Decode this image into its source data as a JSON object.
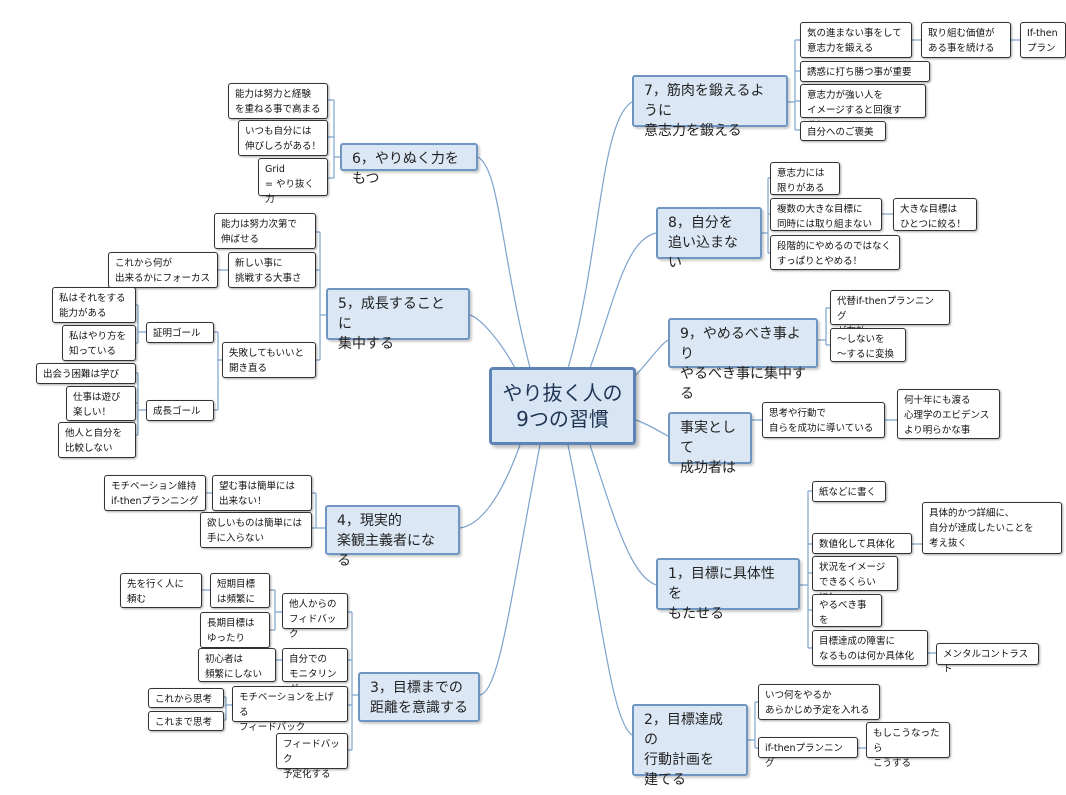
{
  "center": "やり抜く人の\n9つの習慣",
  "branches": {
    "b7": "7，筋肉を鍛えるように\n意志力を鍛える",
    "b8": "8，自分を\n追い込まない",
    "b9": "9，やめるべき事より\nやるべき事に集中する",
    "bj": "事実として\n成功者は",
    "b1": "1，目標に具体性を\nもたせる",
    "b2": "2，目標達成の\n行動計画を\n建てる",
    "b6": "6，やりぬく力をもつ",
    "b5": "5，成長することに\n集中する",
    "b4": "4，現実的\n楽観主義者になる",
    "b3": "3，目標までの\n距離を意識する"
  },
  "leaves": {
    "b7a": "気の進まない事をして\n意志力を鍛える",
    "b7a1": "取り組む価値が\nある事を続ける",
    "b7a2": "If-then\nプランニング",
    "b7b": "誘惑に打ち勝つ事が重要",
    "b7c": "意志力が強い人を\nイメージすると回復する！",
    "b7d": "自分へのご褒美",
    "b8a": "意志力には\n限りがある",
    "b8b": "複数の大きな目標に\n同時には取り組まない",
    "b8b1": "大きな目標は\nひとつに絞る！",
    "b8c": "段階的にやめるのではなく\nすっぱりとやめる！",
    "b9a": "代替if-thenプランニング\nが有効",
    "b9b": "～しないを\n～するに変換",
    "bja": "思考や行動で\n自らを成功に導いている",
    "bja1": "何十年にも渡る\n心理学のエビデンス\nより明らかな事",
    "b1a": "紙などに書く",
    "b1b": "数値化して具体化",
    "b1b1": "具体的かつ詳細に、\n自分が達成したいことを\n考え抜く",
    "b1c": "状況をイメージ\nできるくらいに！",
    "b1d": "やるべき事を\n具体化する",
    "b1e": "目標達成の障害に\nなるものは何か具体化",
    "b1e1": "メンタルコントラスト",
    "b2a": "いつ何をやるか\nあらかじめ予定を入れる",
    "b2b": "if-thenプランニング",
    "b2b1": "もしこうなったら\nこうする",
    "b6a": "能力は努力と経験\nを重ねる事で高まる",
    "b6b": "いつも自分には\n伸びしろがある！",
    "b6c": "Grid\n= やり抜く力",
    "b5a": "能力は努力次第で\n伸ばせる",
    "b5b": "新しい事に\n挑戦する大事さ",
    "b5b1": "これから何が\n出来るかにフォーカス",
    "b5c": "失敗してもいいと\n開き直る",
    "b5c1": "証明ゴール",
    "b5c1a": "私はそれをする\n能力がある",
    "b5c1b": "私はやり方を\n知っている",
    "b5c2": "成長ゴール",
    "b5c2a": "出会う困難は学び",
    "b5c2b": "仕事は遊び\n楽しい！",
    "b5c2c": "他人と自分を\n比較しない",
    "b4a": "望む事は簡単には\n出来ない！",
    "b4a1": "モチベーション維持\nif-thenプランニング",
    "b4b": "欲しいものは簡単には\n手に入らない",
    "b3a": "他人からの\nフィドバック",
    "b3a1": "短期目標\nは頻繁に",
    "b3a1a": "先を行く人に\n頼む",
    "b3a2": "長期目標は\nゆったり",
    "b3b": "自分での\nモニタリング",
    "b3b1": "初心者は\n頻繁にしない",
    "b3c": "モチベーションを上げる\nフィードバック",
    "b3c1": "これから思考",
    "b3c2": "これまで思考",
    "b3d": "フィードバック\n予定化する"
  },
  "colors": {
    "line": "#7ea3cc",
    "main_fill": "#dbe7f4",
    "main_border": "#6f95c3",
    "center_fill": "#d7e5f4"
  }
}
